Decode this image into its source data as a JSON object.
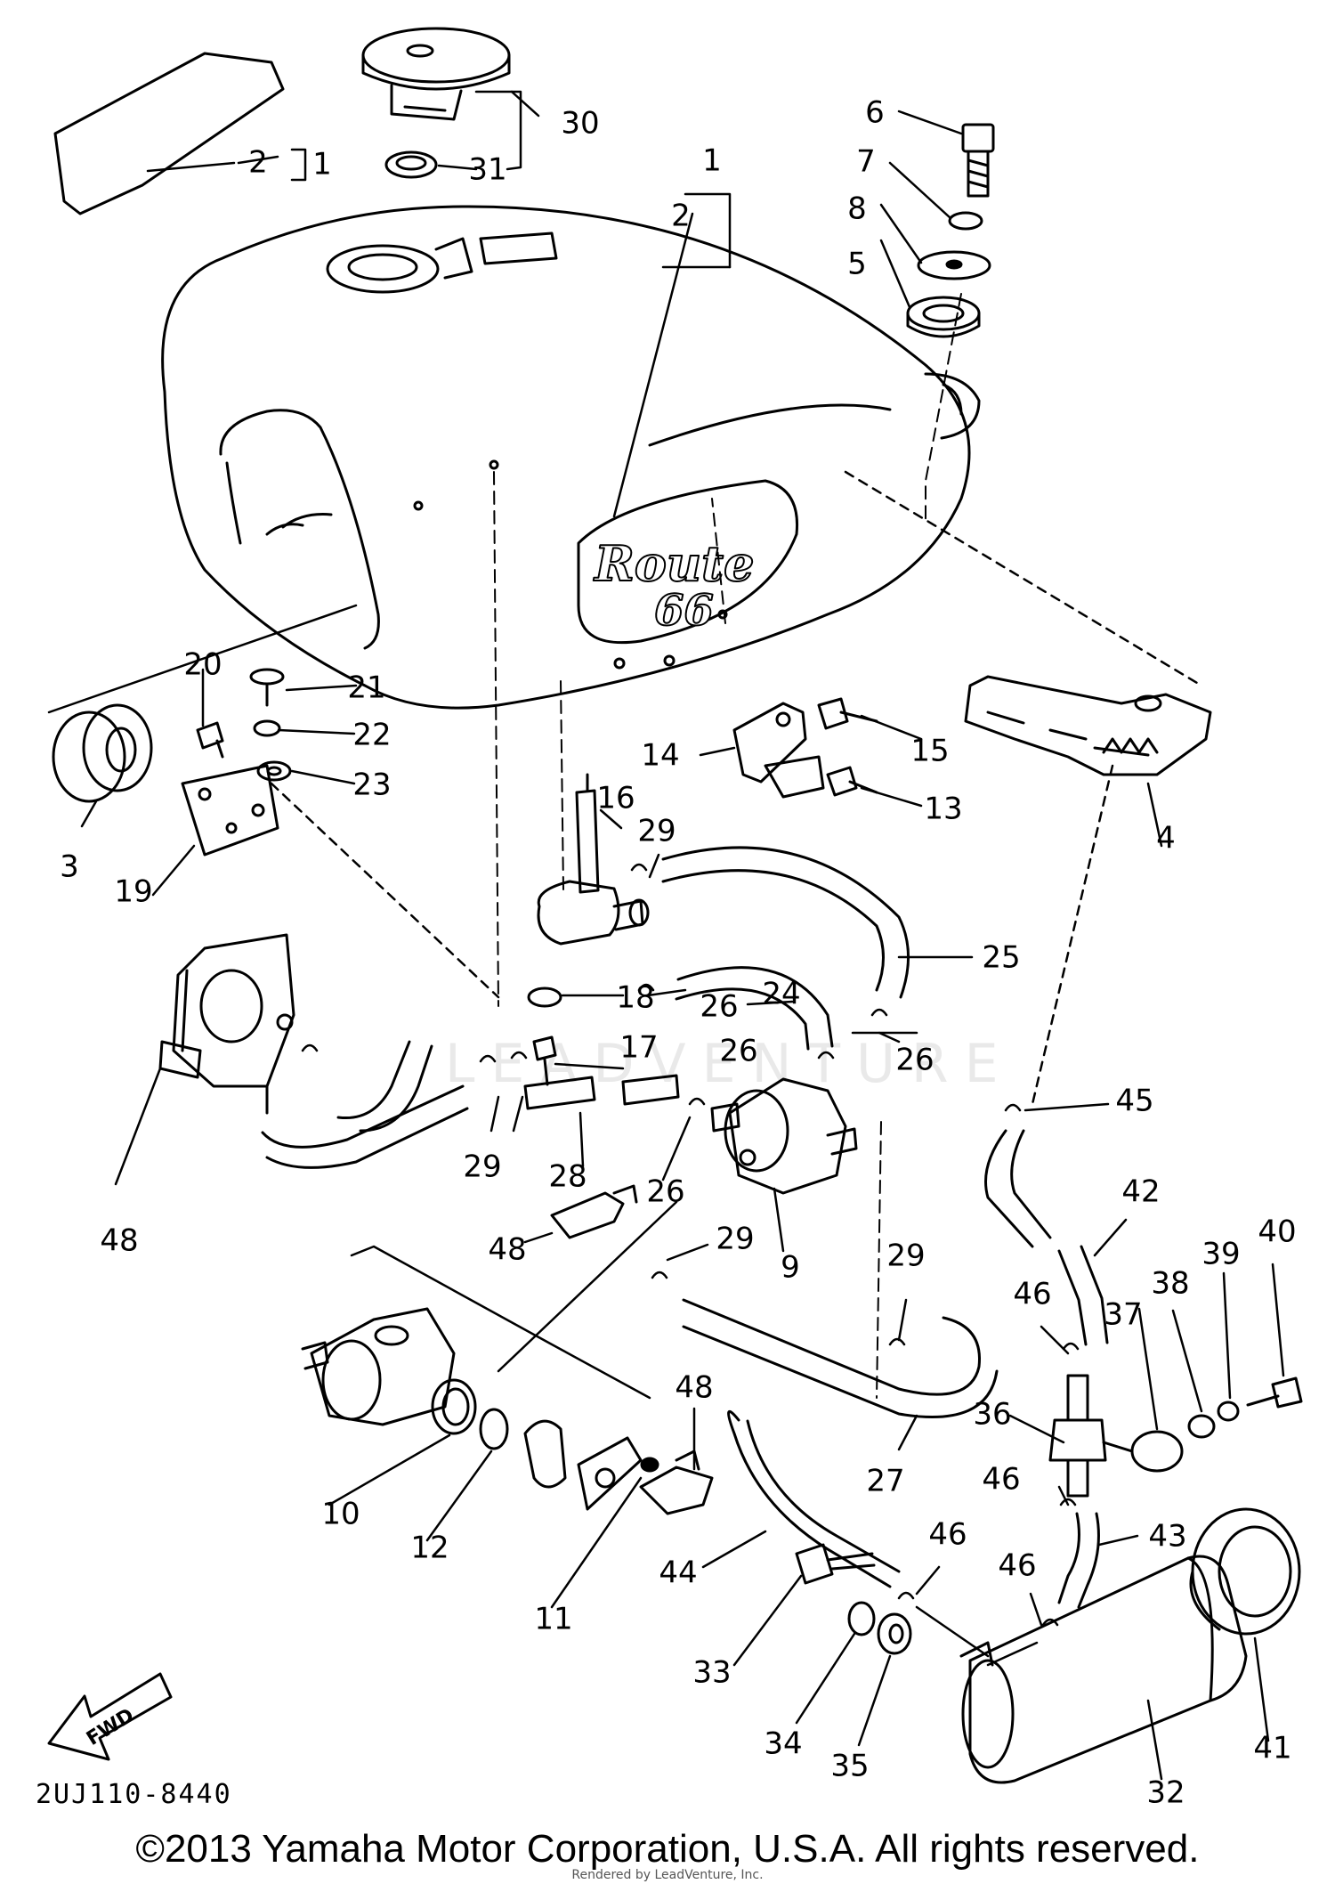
{
  "diagram": {
    "code": "2UJ110-8440",
    "copyright": "©2013 Yamaha Motor Corporation, U.S.A. All rights reserved.",
    "rendered_by": "Rendered by LeadVenture, Inc.",
    "watermark": "LEADVENTURE",
    "tank_emblem": {
      "line1": "Route",
      "line2": "66"
    },
    "direction_arrow": "FWD",
    "callouts": [
      {
        "id": "c-30a",
        "label": "30"
      },
      {
        "id": "c-31",
        "label": "31"
      },
      {
        "id": "c-2a",
        "label": "2"
      },
      {
        "id": "c-1a",
        "label": "1"
      },
      {
        "id": "c-1b",
        "label": "1"
      },
      {
        "id": "c-2b",
        "label": "2"
      },
      {
        "id": "c-6",
        "label": "6"
      },
      {
        "id": "c-7",
        "label": "7"
      },
      {
        "id": "c-8",
        "label": "8"
      },
      {
        "id": "c-5",
        "label": "5"
      },
      {
        "id": "c-20",
        "label": "20"
      },
      {
        "id": "c-21",
        "label": "21"
      },
      {
        "id": "c-22",
        "label": "22"
      },
      {
        "id": "c-23",
        "label": "23"
      },
      {
        "id": "c-3",
        "label": "3"
      },
      {
        "id": "c-19",
        "label": "19"
      },
      {
        "id": "c-14",
        "label": "14"
      },
      {
        "id": "c-15",
        "label": "15"
      },
      {
        "id": "c-13",
        "label": "13"
      },
      {
        "id": "c-4",
        "label": "4"
      },
      {
        "id": "c-16",
        "label": "16"
      },
      {
        "id": "c-29a",
        "label": "29"
      },
      {
        "id": "c-25",
        "label": "25"
      },
      {
        "id": "c-24",
        "label": "24"
      },
      {
        "id": "c-18",
        "label": "18"
      },
      {
        "id": "c-26a",
        "label": "26"
      },
      {
        "id": "c-17",
        "label": "17"
      },
      {
        "id": "c-26b",
        "label": "26"
      },
      {
        "id": "c-26c",
        "label": "26"
      },
      {
        "id": "c-45",
        "label": "45"
      },
      {
        "id": "c-29b",
        "label": "29"
      },
      {
        "id": "c-28",
        "label": "28"
      },
      {
        "id": "c-26d",
        "label": "26"
      },
      {
        "id": "c-48a",
        "label": "48"
      },
      {
        "id": "c-48b",
        "label": "48"
      },
      {
        "id": "c-9",
        "label": "9"
      },
      {
        "id": "c-29c",
        "label": "29"
      },
      {
        "id": "c-42",
        "label": "42"
      },
      {
        "id": "c-40",
        "label": "40"
      },
      {
        "id": "c-39",
        "label": "39"
      },
      {
        "id": "c-38",
        "label": "38"
      },
      {
        "id": "c-29d",
        "label": "29"
      },
      {
        "id": "c-46a",
        "label": "46"
      },
      {
        "id": "c-37",
        "label": "37"
      },
      {
        "id": "c-36",
        "label": "36"
      },
      {
        "id": "c-46b",
        "label": "46"
      },
      {
        "id": "c-43",
        "label": "43"
      },
      {
        "id": "c-10",
        "label": "10"
      },
      {
        "id": "c-12",
        "label": "12"
      },
      {
        "id": "c-48c",
        "label": "48"
      },
      {
        "id": "c-27",
        "label": "27"
      },
      {
        "id": "c-11",
        "label": "11"
      },
      {
        "id": "c-44",
        "label": "44"
      },
      {
        "id": "c-46c",
        "label": "46"
      },
      {
        "id": "c-46d",
        "label": "46"
      },
      {
        "id": "c-33",
        "label": "33"
      },
      {
        "id": "c-34",
        "label": "34"
      },
      {
        "id": "c-35",
        "label": "35"
      },
      {
        "id": "c-32",
        "label": "32"
      },
      {
        "id": "c-41",
        "label": "41"
      }
    ]
  }
}
